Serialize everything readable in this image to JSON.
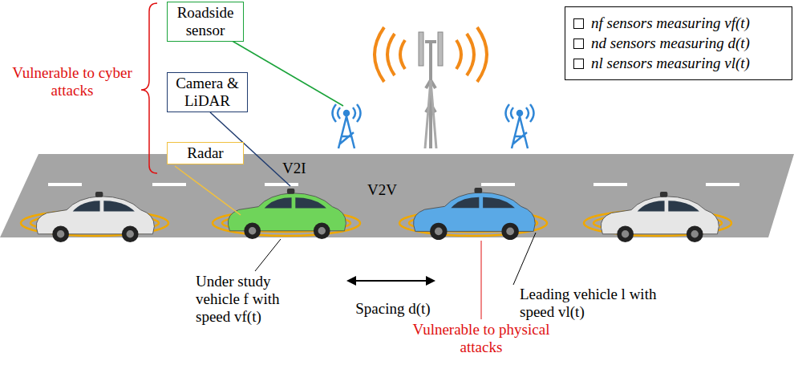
{
  "diagram": {
    "nodes": [
      {
        "text": [
          "Roadside sensor"
        ]
      },
      {
        "text": [
          "Camera & LiDAR"
        ]
      },
      {
        "text": [
          "Radar"
        ]
      },
      {
        "text": [
          "nf sensors measuring vf(t)",
          "nd sensors measuring d(t)",
          "nl sensors measuring vl(t)"
        ]
      }
    ],
    "edges": [],
    "labels": [
      "Vulnerable to cyber attacks",
      "V2I",
      "V2V",
      "Under study vehicle f with speed vf(t)",
      "Spacing d(t)",
      "Leading vehicle l with speed vl(t)",
      "Vulnerable to physical attacks"
    ]
  }
}
